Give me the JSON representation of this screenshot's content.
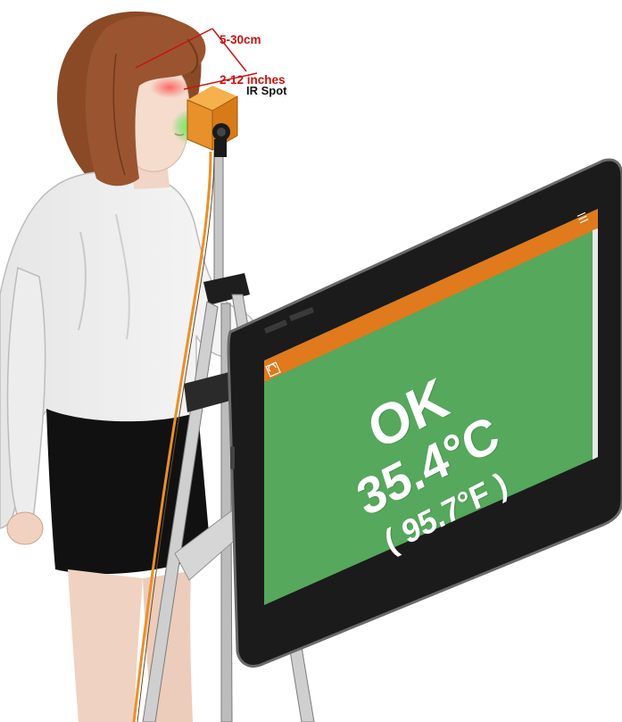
{
  "annotations": {
    "distance_cm": "5-30cm",
    "distance_in": "2-12 inches",
    "spot_label": "IR Spot"
  },
  "screen": {
    "status": "OK",
    "temp_c": "35.4°C",
    "temp_f": "( 95.7°F )",
    "icons": [
      "refresh-icon",
      "menu-icon"
    ]
  },
  "colors": {
    "annotation_red": "#cc1111",
    "screen_green": "#55a85c",
    "title_bar_orange": "#e07a1c",
    "sensor_orange": "#e8902a",
    "ir_beam_green": "#37d12f"
  }
}
